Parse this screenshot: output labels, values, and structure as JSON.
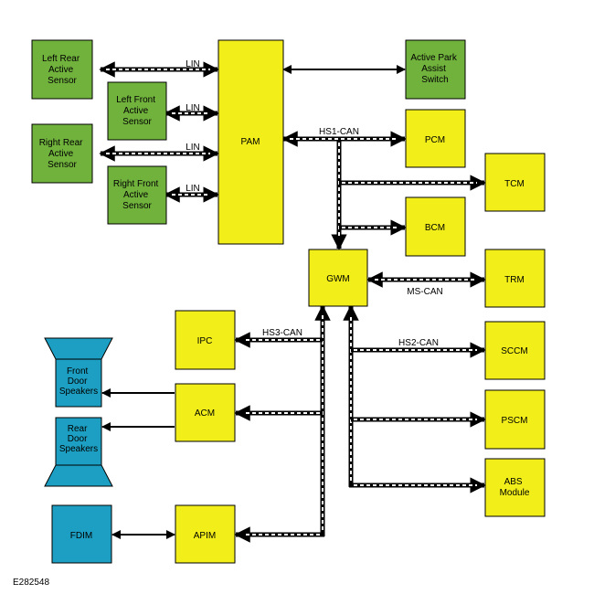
{
  "colors": {
    "module_fill": "#f2ee1a",
    "sensor_fill": "#70b23c",
    "external_fill": "#1c9fc2",
    "stroke": "#000000",
    "bus_dash": "#ffffff"
  },
  "modules": {
    "pam": "PAM",
    "gwm": "GWM",
    "pcm": "PCM",
    "tcm": "TCM",
    "bcm": "BCM",
    "trm": "TRM",
    "ipc": "IPC",
    "acm": "ACM",
    "apim": "APIM",
    "sccm": "SCCM",
    "pscm": "PSCM",
    "abs": [
      "ABS",
      "Module"
    ],
    "fdim": "FDIM"
  },
  "sensors": {
    "left_rear": [
      "Left Rear",
      "Active",
      "Sensor"
    ],
    "left_front": [
      "Left Front",
      "Active",
      "Sensor"
    ],
    "right_rear": [
      "Right Rear",
      "Active",
      "Sensor"
    ],
    "right_front": [
      "Right Front",
      "Active",
      "Sensor"
    ],
    "park_switch": [
      "Active Park",
      "Assist",
      "Switch"
    ]
  },
  "speakers": {
    "front": [
      "Front",
      "Door",
      "Speakers"
    ],
    "rear": [
      "Rear",
      "Door",
      "Speakers"
    ]
  },
  "buses": {
    "lin_1": "LIN",
    "lin_2": "LIN",
    "lin_3": "LIN",
    "lin_4": "LIN",
    "hs1": "HS1-CAN",
    "ms": "MS-CAN",
    "hs2": "HS2-CAN",
    "hs3": "HS3-CAN"
  },
  "figure_id": "E282548"
}
